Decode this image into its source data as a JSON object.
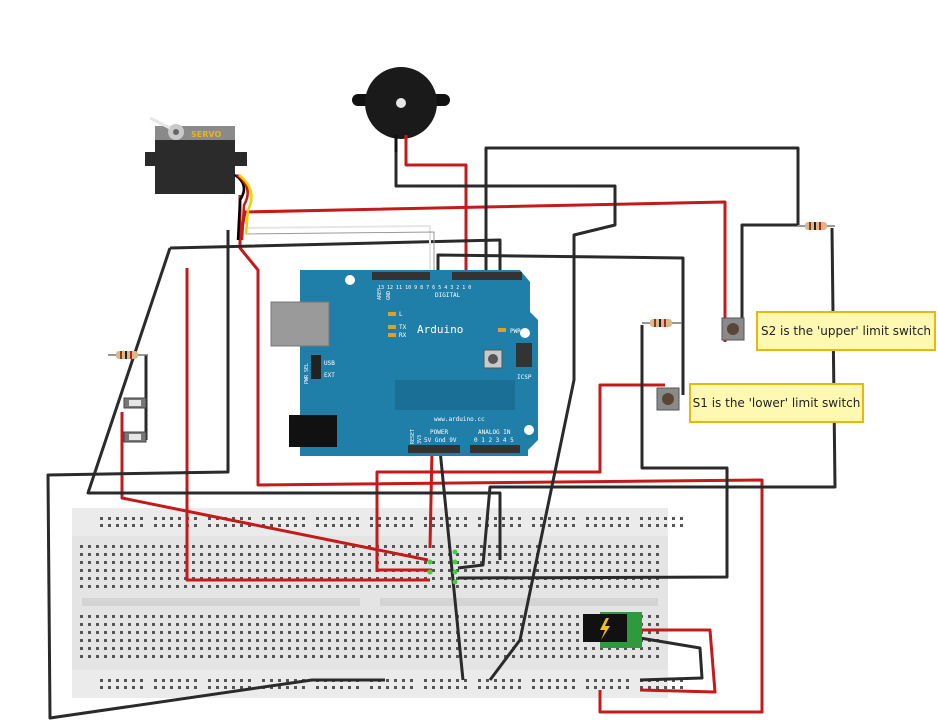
{
  "servo": {
    "label": "SERVO"
  },
  "arduino": {
    "name": "Arduino",
    "website": "www.arduino.cc",
    "digital_label": "DIGITAL",
    "pwr_label": "PWR",
    "icsp_label": "ICSP",
    "usb_label": "USB",
    "ext_label": "EXT",
    "pwr_sel_label": "PWR SEL",
    "l_label": "L",
    "tx_label": "TX",
    "rx_label": "RX",
    "aref_label": "AREF",
    "gnd_label": "GND",
    "power_label": "POWER",
    "analog_in_label": "ANALOG IN",
    "power_pins": "5V Gnd 9V",
    "analog_pins": "0 1 2 3 4 5",
    "reset_label": "RESET",
    "v33_label": "3V3",
    "digital_pins": "13 12 11 10 9 8   7 6 5 4 3 2 1 0"
  },
  "notes": {
    "s2": "S2 is the 'upper' limit switch",
    "s1": "S1 is the 'lower' limit switch"
  },
  "colors": {
    "arduino_board": "#1f7fa8",
    "wire_red": "#c41a1a",
    "wire_black": "#2a2a2a",
    "breadboard": "#e6e6e6",
    "note_fill": "#fff8b0",
    "note_border": "#e8b90a",
    "power_module": "#2e9a3c"
  },
  "icons": {
    "buzzer": "piezo-buzzer-icon",
    "servo": "servo-motor-icon",
    "power_jack": "lightning-bolt-icon"
  }
}
